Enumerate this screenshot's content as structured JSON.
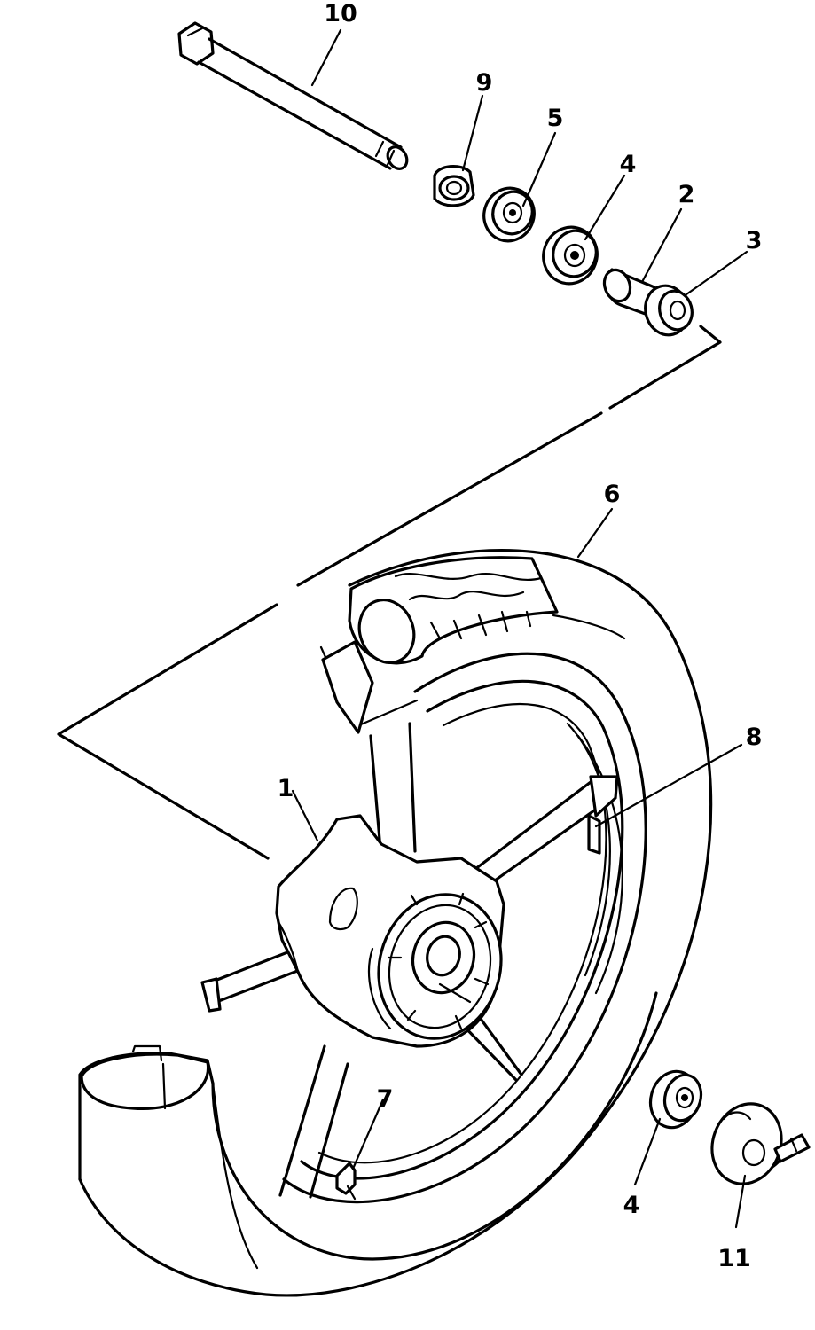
{
  "diagram": {
    "callouts": [
      {
        "id": "c10",
        "text": "10"
      },
      {
        "id": "c9",
        "text": "9"
      },
      {
        "id": "c5",
        "text": "5"
      },
      {
        "id": "c4a",
        "text": "4"
      },
      {
        "id": "c2",
        "text": "2"
      },
      {
        "id": "c3",
        "text": "3"
      },
      {
        "id": "c6",
        "text": "6"
      },
      {
        "id": "c8",
        "text": "8"
      },
      {
        "id": "c1",
        "text": "1"
      },
      {
        "id": "c7",
        "text": "7"
      },
      {
        "id": "c4b",
        "text": "4"
      },
      {
        "id": "c11",
        "text": "11"
      }
    ]
  }
}
